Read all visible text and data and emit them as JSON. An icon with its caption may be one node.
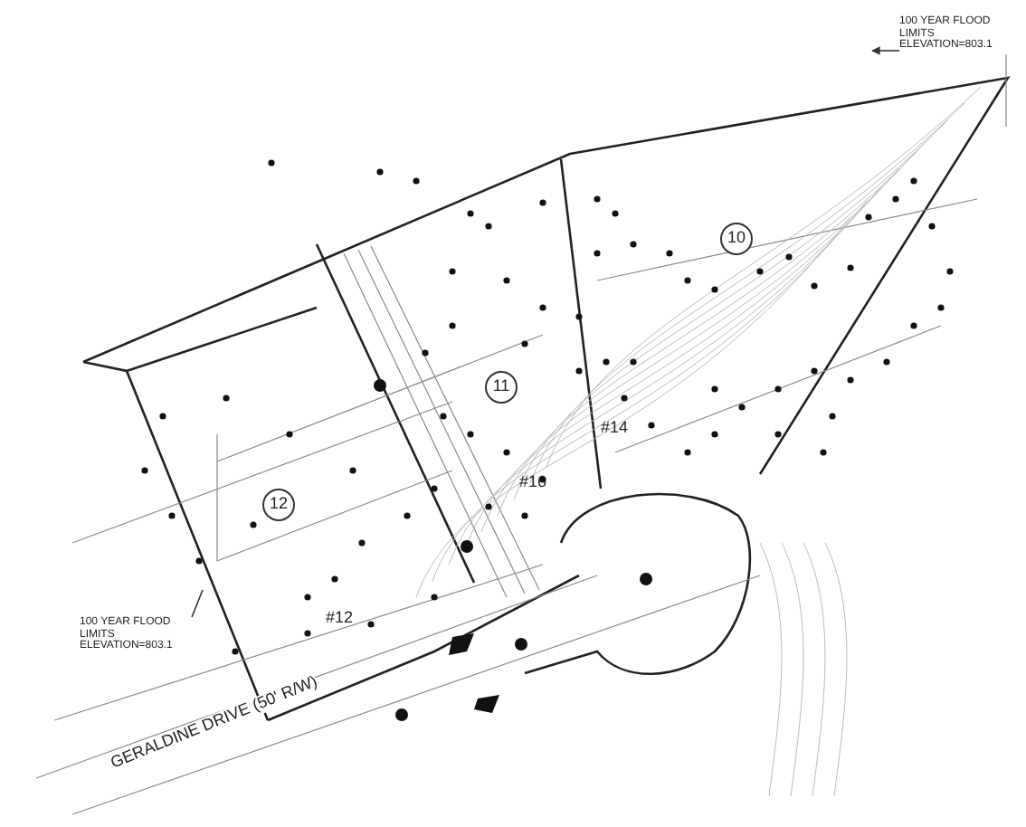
{
  "diagram": {
    "nodes": [
      {
        "text": [
          "100 YEAR FLOOD LIMITS ELEVATION=803.1"
        ]
      },
      {
        "text": [
          "10"
        ]
      },
      {
        "text": [
          "11"
        ]
      },
      {
        "text": [
          "12"
        ]
      },
      {
        "text": [
          "100 YEAR FLOOD LIMITS ELEVATION=803.1"
        ]
      }
    ],
    "edges": [
      {
        "from": 0,
        "to": null,
        "arrow": "to"
      },
      {
        "from": 4,
        "to": null,
        "arrow": "none"
      }
    ],
    "labels": [
      "#14",
      "#16",
      "#12",
      "GERALDINE DRIVE (50' R/W)"
    ]
  }
}
